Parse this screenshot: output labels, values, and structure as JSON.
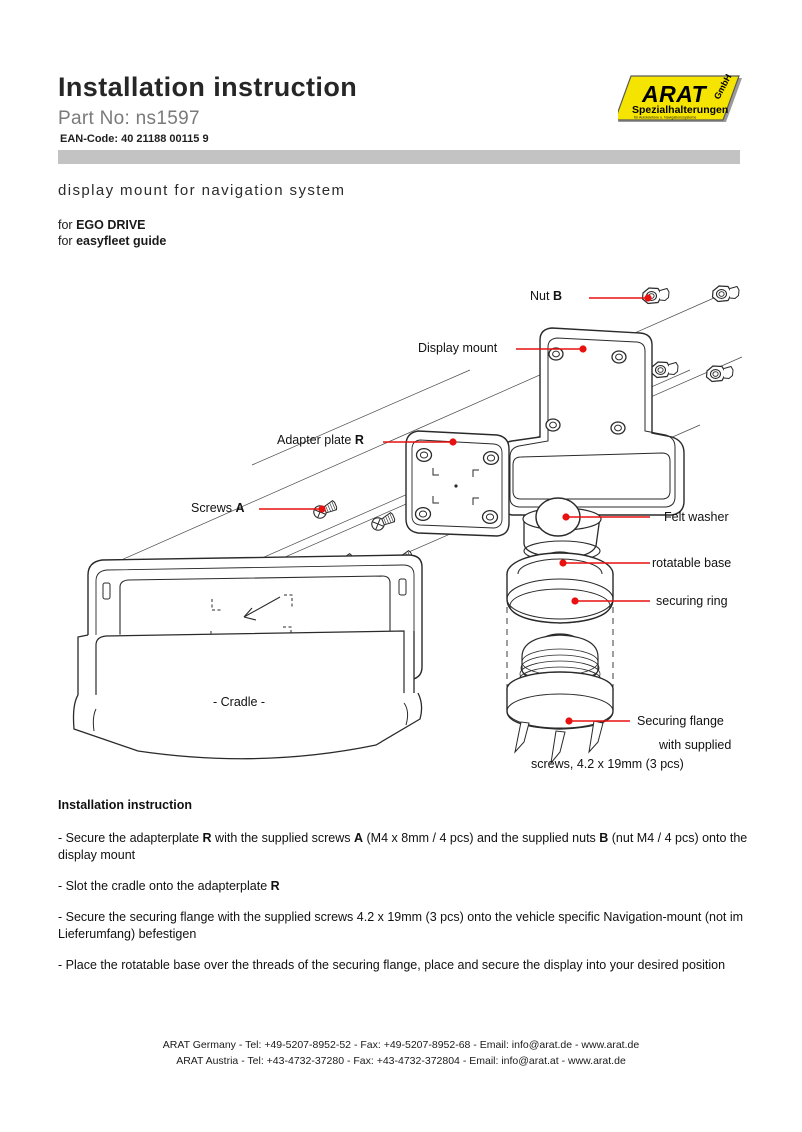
{
  "header": {
    "title": "Installation instruction",
    "part_no": "Part No: ns1597",
    "ean_code": "EAN-Code: 40 21188 00115 9",
    "bar_color": "#c3c3c3"
  },
  "logo": {
    "brand": "ARAT",
    "suffix": "GmbH",
    "tagline": "Spezialhalterungen",
    "subtagline": "für Autotelefone u. Navigationssysteme",
    "bg_color": "#f5e400",
    "text_color": "#000000"
  },
  "product": {
    "subtitle": "display mount for navigation system",
    "compat": [
      {
        "prefix": "for ",
        "model": "EGO DRIVE"
      },
      {
        "prefix": "for ",
        "model": "easyfleet guide"
      }
    ]
  },
  "diagram": {
    "leader_color": "#e8110f",
    "line_color": "#2a2a2a",
    "labels": [
      {
        "id": "nut-b",
        "text": "Nut ",
        "bold": "B"
      },
      {
        "id": "display-mount",
        "text": "Display mount",
        "bold": ""
      },
      {
        "id": "adapter-plate-r",
        "text": "Adapter plate ",
        "bold": "R"
      },
      {
        "id": "screws-a",
        "text": "Screws ",
        "bold": "A"
      },
      {
        "id": "felt-washer",
        "text": "Felt washer",
        "bold": ""
      },
      {
        "id": "rotatable-base",
        "text": "rotatable base",
        "bold": ""
      },
      {
        "id": "securing-ring",
        "text": "securing ring",
        "bold": ""
      },
      {
        "id": "securing-flange",
        "text": "Securing flange",
        "bold": ""
      },
      {
        "id": "cradle",
        "text": "- Cradle -",
        "bold": ""
      }
    ],
    "flange_note_line1": "with supplied",
    "flange_note_line2": "screws, 4.2 x 19mm (3 pcs)"
  },
  "instructions": {
    "heading": "Installation instruction",
    "steps": [
      "- Secure the adapterplate R with the supplied screws A (M4 x 8mm / 4 pcs) and the supplied nuts B (nut M4 / 4 pcs) onto the display mount",
      "- Slot the cradle onto the adapterplate R",
      "- Secure the securing flange with the supplied screws 4.2 x 19mm (3 pcs) onto the vehicle specific Navigation-mount (not im Lieferumfang) befestigen",
      "- Place the rotatable base over the threads of the securing flange, place and secure the display into your desired position"
    ]
  },
  "footer": {
    "line1": "ARAT Germany -  Tel: +49-5207-8952-52  -  Fax: +49-5207-8952-68  -  Email: info@arat.de  -  www.arat.de",
    "line2": "ARAT Austria -  Tel: +43-4732-37280  -  Fax: +43-4732-372804  -  Email: info@arat.at  -  www.arat.de"
  }
}
